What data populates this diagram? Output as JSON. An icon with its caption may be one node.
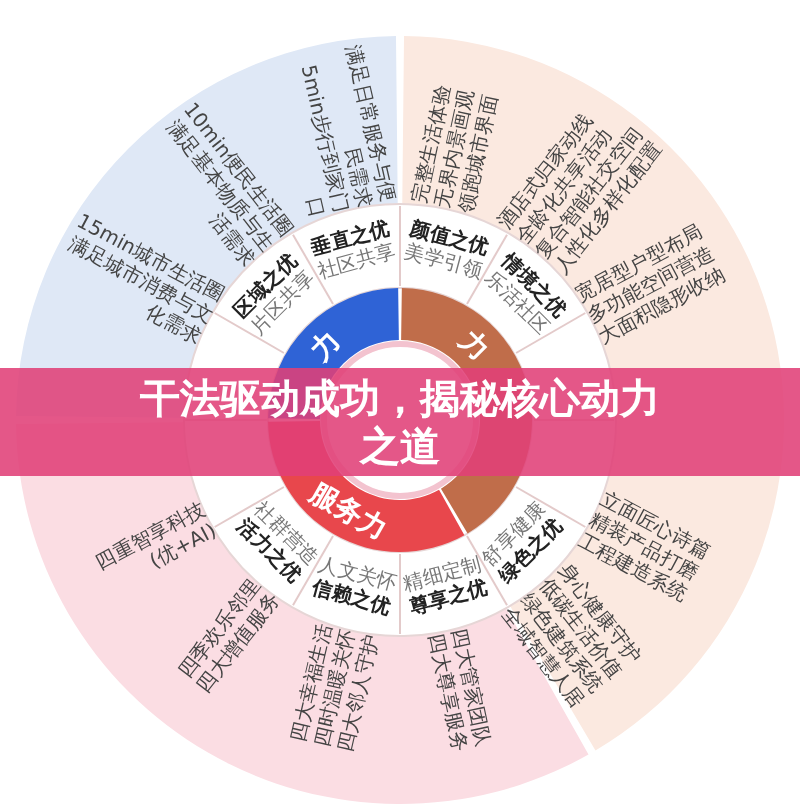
{
  "diagram": {
    "title": "干法驱动成功，揭秘核心动力之道",
    "nodes": [
      {
        "text": [
          "力"
        ]
      },
      {
        "text": [
          "力"
        ]
      },
      {
        "text": [
          "服务力"
        ]
      },
      {
        "text": [
          "区域之优",
          "片区共享"
        ]
      },
      {
        "text": [
          "垂直之优",
          "社区共享"
        ]
      },
      {
        "text": [
          "颜值之优",
          "美学引领"
        ]
      },
      {
        "text": [
          "情境之优",
          "乐活社区"
        ]
      },
      {
        "text": [
          "绿色之优",
          "舒享健康"
        ]
      },
      {
        "text": [
          "尊享之优",
          "精细定制"
        ]
      },
      {
        "text": [
          "信赖之优",
          "人文关怀"
        ]
      },
      {
        "text": [
          "活力之优",
          "社群营造"
        ]
      }
    ],
    "labels": [
      "15min城市生活圈",
      "满足城市消费与文化需求",
      "10min便民生活圈",
      "满足基本物质与生活需求",
      "满足日常服务与便民需求",
      "5min步行到家门口",
      "完整生活体验",
      "无界内景画观",
      "领跑城市界面",
      "酒店式归家动线",
      "全龄化共享活动",
      "复合智能社交空间",
      "人性化多样化配置",
      "宽居型户型布局",
      "多功能空间营造",
      "大面积隐形收纳",
      "四重智享科技",
      "(优+AI)",
      "四季欢乐邻里",
      "四大增值服务",
      "四大幸福生活",
      "四时温暖关怀",
      "四大邻人守护",
      "四大管家团队",
      "四大尊享服务",
      "身心健康守护",
      "低碳生活价值",
      "绿色建筑系统",
      "全域智慧人居",
      "立面匠心诗篇",
      "精装产品打磨",
      "工程建造系统"
    ]
  }
}
